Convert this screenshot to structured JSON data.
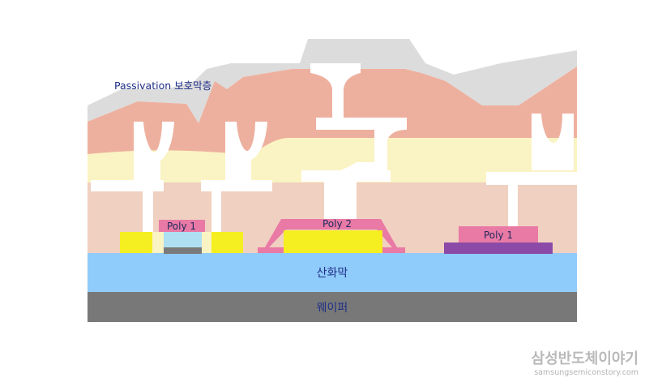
{
  "labels": {
    "passivation": "Passivation 보호막층",
    "poly1_left": "Poly 1",
    "poly2": "Poly 2",
    "poly1_right": "Poly 1",
    "oxide": "산화막",
    "wafer": "웨이퍼"
  },
  "watermark": {
    "title": "삼성반도체이야기",
    "url": "samsungsemiconstory.com"
  },
  "colors": {
    "background": "#ffffff",
    "passivation": "#dcdcdc",
    "upper_dielectric": "#eeb09e",
    "yellow_layer": "#faf3c3",
    "lower_dielectric": "#f0d0c0",
    "metal_contact": "#ffffff",
    "poly_pink": "#e979a5",
    "yellow_block": "#f5ee21",
    "gate_oxide_blue": "#aee0f2",
    "gate_gray": "#7a7a7a",
    "poly_purple": "#8b4aa8",
    "oxide": "#8fcbfb",
    "wafer": "#787878",
    "label_text": "#1f2f86"
  }
}
